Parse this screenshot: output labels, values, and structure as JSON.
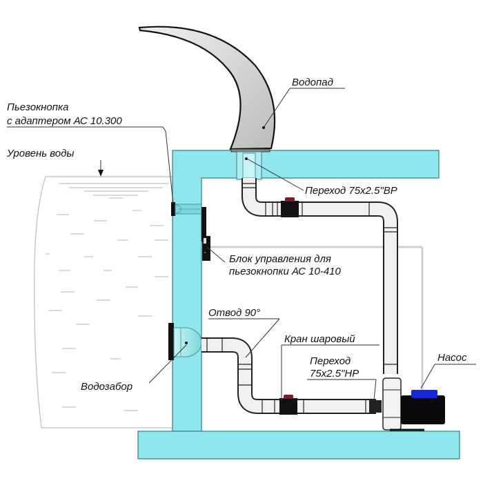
{
  "diagram": {
    "type": "waterfall-pool-installation-schematic",
    "labels": {
      "waterfall": "Водопад",
      "piezo_button_line1": "Пьезокнопка",
      "piezo_button_line2": "с адаптером АС 10.300",
      "water_level": "Уровень воды",
      "adapter_top": "Переход 75x2.5\"ВР",
      "control_unit_line1": "Блок управления для",
      "control_unit_line2": "пьезокнопки АС 10-410",
      "elbow": "Отвод 90°",
      "ball_valve": "Кран шаровый",
      "adapter_bottom_line1": "Переход",
      "adapter_bottom_line2": "75x2.5\"НР",
      "pump": "Насос",
      "intake": "Водозабор"
    },
    "colors": {
      "concrete": "#8fe6ec",
      "concrete_edge": "#3a9aa0",
      "pipe": "#f0f0f0",
      "pump_body": "#0a0a0a",
      "pump_cap": "#1428d8",
      "valve_handle": "#7a2020",
      "waterfall_fill": "#c8c8c8"
    }
  }
}
